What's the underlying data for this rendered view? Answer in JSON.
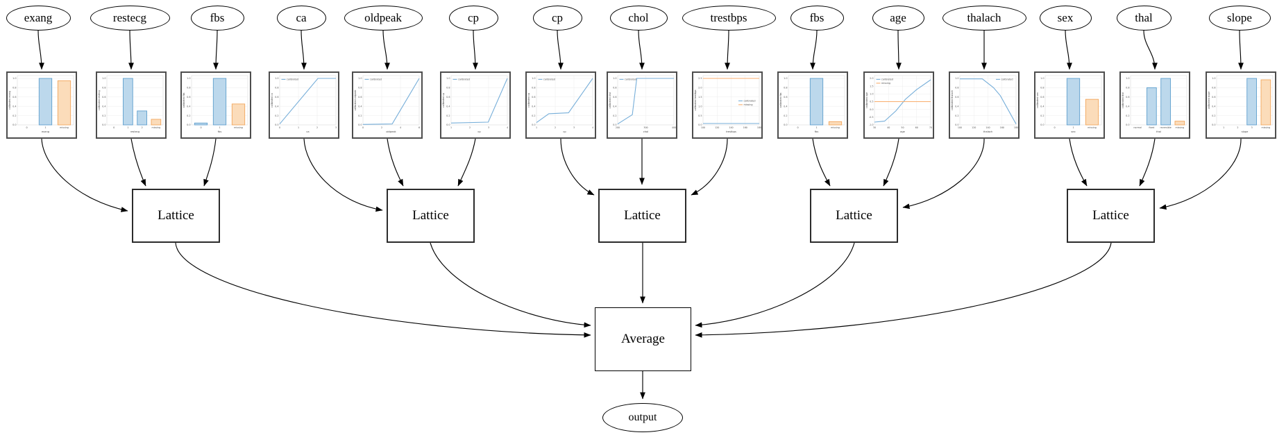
{
  "features": [
    {
      "label": "exang",
      "chart": {
        "type": "bar",
        "ylabel": "calibrated exang",
        "xlabel": "exang",
        "yticks": [
          "1.0",
          "0.8",
          "0.6",
          "0.4",
          "0.2",
          "0.0"
        ],
        "categories": [
          "0",
          "1",
          "missing"
        ],
        "values": [
          0,
          1.0,
          0.95
        ],
        "bar_colors": [
          "blue",
          "blue",
          "orange"
        ]
      }
    },
    {
      "label": "restecg",
      "chart": {
        "type": "bar",
        "ylabel": "calibrated restecg",
        "xlabel": "restecg",
        "yticks": [
          "1.0",
          "0.8",
          "0.6",
          "0.4",
          "0.2",
          "0.0"
        ],
        "categories": [
          "0",
          "1",
          "2",
          "missing"
        ],
        "values": [
          0,
          1.0,
          0.3,
          0.12
        ],
        "bar_colors": [
          "blue",
          "blue",
          "blue",
          "orange"
        ]
      }
    },
    {
      "label": "fbs",
      "chart": {
        "type": "bar",
        "ylabel": "calibrated fbs",
        "xlabel": "fbs",
        "yticks": [
          "1.0",
          "0.8",
          "0.6",
          "0.4",
          "0.2",
          "0.0"
        ],
        "categories": [
          "0",
          "1",
          "missing"
        ],
        "values": [
          0.04,
          1.0,
          0.45
        ],
        "bar_colors": [
          "blue",
          "blue",
          "orange"
        ]
      }
    },
    {
      "label": "ca",
      "chart": {
        "type": "line",
        "ylabel": "calibrated ca",
        "xlabel": "ca",
        "yticks": [
          "1.0",
          "0.8",
          "0.6",
          "0.4",
          "0.2",
          "0.0"
        ],
        "xticks": [
          "0",
          "1",
          "2",
          "3"
        ],
        "legend_pos": "tl",
        "legend": [
          {
            "label": "calibrated",
            "color": "calibrated"
          }
        ],
        "lines": [
          {
            "color": "calibrated",
            "points": [
              [
                0,
                0.02
              ],
              [
                0.68,
                1.0
              ],
              [
                1,
                1.0
              ]
            ]
          }
        ]
      }
    },
    {
      "label": "oldpeak",
      "chart": {
        "type": "line",
        "ylabel": "calibrated oldpeak",
        "xlabel": "oldpeak",
        "yticks": [
          "1.0",
          "0.8",
          "0.6",
          "0.4",
          "0.2",
          "0.0"
        ],
        "xticks": [
          "0",
          "2",
          "4",
          "6"
        ],
        "legend_pos": "tl",
        "legend": [
          {
            "label": "calibrated",
            "color": "calibrated"
          }
        ],
        "lines": [
          {
            "color": "calibrated",
            "points": [
              [
                0,
                0.01
              ],
              [
                0.52,
                0.02
              ],
              [
                1,
                1.0
              ]
            ]
          }
        ]
      }
    },
    {
      "label": "cp",
      "chart": {
        "type": "line",
        "ylabel": "calibrated cp",
        "xlabel": "cp",
        "yticks": [
          "1.0",
          "0.8",
          "0.6",
          "0.4",
          "0.2",
          "0.0"
        ],
        "xticks": [
          "1",
          "2",
          "3",
          "4"
        ],
        "legend_pos": "tl",
        "legend": [
          {
            "label": "calibrated",
            "color": "calibrated"
          }
        ],
        "lines": [
          {
            "color": "calibrated",
            "points": [
              [
                0,
                0.04
              ],
              [
                0.66,
                0.06
              ],
              [
                1,
                1.0
              ]
            ]
          }
        ]
      }
    },
    {
      "label": "cp",
      "chart": {
        "type": "line",
        "ylabel": "calibrated cp",
        "xlabel": "cp",
        "yticks": [
          "1.0",
          "0.8",
          "0.6",
          "0.4",
          "0.2",
          "0.0"
        ],
        "xticks": [
          "1",
          "2",
          "3",
          "4"
        ],
        "legend_pos": "tl",
        "legend": [
          {
            "label": "calibrated",
            "color": "calibrated"
          }
        ],
        "lines": [
          {
            "color": "calibrated",
            "points": [
              [
                0,
                0.05
              ],
              [
                0.22,
                0.24
              ],
              [
                0.57,
                0.26
              ],
              [
                1,
                1.0
              ]
            ]
          }
        ]
      }
    },
    {
      "label": "chol",
      "chart": {
        "type": "line",
        "ylabel": "calibrated chol",
        "xlabel": "chol",
        "yticks": [
          "1.0",
          "0.8",
          "0.6",
          "0.4",
          "0.2",
          "0.0"
        ],
        "xticks": [
          "200",
          "300",
          "400"
        ],
        "legend_pos": "tl",
        "legend": [
          {
            "label": "calibrated",
            "color": "calibrated"
          }
        ],
        "lines": [
          {
            "color": "calibrated",
            "points": [
              [
                0,
                0.02
              ],
              [
                0.26,
                0.22
              ],
              [
                0.34,
                1.0
              ],
              [
                1,
                1.0
              ]
            ]
          }
        ]
      }
    },
    {
      "label": "trestbps",
      "chart": {
        "type": "line",
        "ylabel": "calibrated trestbps",
        "xlabel": "trestbps",
        "yticks": [
          "2.5",
          "2.0",
          "1.5",
          "1.0",
          "0.5",
          "0.0"
        ],
        "xticks": [
          "100",
          "120",
          "140",
          "160",
          "180"
        ],
        "legend_pos": "mr",
        "legend": [
          {
            "label": "calibrated",
            "color": "calibrated"
          },
          {
            "label": "missing",
            "color": "missing"
          }
        ],
        "lines": [
          {
            "color": "calibrated",
            "points": [
              [
                0,
                0.03
              ],
              [
                1,
                0.03
              ]
            ]
          },
          {
            "color": "missing",
            "points": [
              [
                0,
                1.0
              ],
              [
                1,
                1.0
              ]
            ]
          }
        ]
      }
    },
    {
      "label": "fbs",
      "chart": {
        "type": "bar",
        "ylabel": "calibrated fbs",
        "xlabel": "fbs",
        "yticks": [
          "1.0",
          "0.8",
          "0.6",
          "0.4",
          "0.2",
          "0.0"
        ],
        "categories": [
          "0",
          "1",
          "missing"
        ],
        "values": [
          0,
          1.0,
          0.07
        ],
        "bar_colors": [
          "blue",
          "blue",
          "orange"
        ]
      }
    },
    {
      "label": "age",
      "chart": {
        "type": "line",
        "ylabel": "calibrated age",
        "xlabel": "age",
        "yticks": [
          "2.0",
          "1.5",
          "1.0",
          "0.5",
          "0.0",
          "-0.5",
          "-1.0"
        ],
        "xticks": [
          "30",
          "40",
          "50",
          "60",
          "70"
        ],
        "legend_pos": "tl",
        "legend": [
          {
            "label": "calibrated",
            "color": "calibrated"
          },
          {
            "label": "missing",
            "color": "missing"
          }
        ],
        "lines": [
          {
            "color": "calibrated",
            "points": [
              [
                0,
                0.06
              ],
              [
                0.18,
                0.08
              ],
              [
                0.38,
                0.3
              ],
              [
                0.55,
                0.55
              ],
              [
                0.75,
                0.76
              ],
              [
                1,
                0.97
              ]
            ]
          },
          {
            "color": "missing",
            "points": [
              [
                0,
                0.5
              ],
              [
                1,
                0.5
              ]
            ]
          }
        ]
      }
    },
    {
      "label": "thalach",
      "chart": {
        "type": "line",
        "ylabel": "calibrated thalach",
        "xlabel": "thalach",
        "yticks": [
          "1.0",
          "0.8",
          "0.6",
          "0.4",
          "0.2",
          "0.0"
        ],
        "xticks": [
          "100",
          "120",
          "140",
          "160",
          "180"
        ],
        "legend_pos": "tr",
        "legend": [
          {
            "label": "calibrated",
            "color": "calibrated"
          }
        ],
        "lines": [
          {
            "color": "calibrated",
            "points": [
              [
                0,
                0.99
              ],
              [
                0.4,
                0.99
              ],
              [
                0.6,
                0.8
              ],
              [
                0.72,
                0.63
              ],
              [
                1,
                0.02
              ]
            ]
          }
        ]
      }
    },
    {
      "label": "sex",
      "chart": {
        "type": "bar",
        "ylabel": "calibrated sex",
        "xlabel": "sex",
        "yticks": [
          "1.0",
          "0.8",
          "0.6",
          "0.4",
          "0.2",
          "0.0"
        ],
        "categories": [
          "0",
          "1",
          "missing"
        ],
        "values": [
          0,
          1.0,
          0.55
        ],
        "bar_colors": [
          "blue",
          "blue",
          "orange"
        ]
      }
    },
    {
      "label": "thal",
      "chart": {
        "type": "bar",
        "ylabel": "calibrated thal",
        "xlabel": "thal",
        "yticks": [
          "1.0",
          "0.8",
          "0.6",
          "0.4",
          "0.2",
          "0.0"
        ],
        "categories": [
          "normal",
          "fixed",
          "reversible",
          "missing"
        ],
        "values": [
          0,
          0.8,
          1.0,
          0.08
        ],
        "bar_colors": [
          "blue",
          "blue",
          "blue",
          "orange"
        ]
      }
    },
    {
      "label": "slope",
      "chart": {
        "type": "bar",
        "ylabel": "calibrated slope",
        "xlabel": "slope",
        "yticks": [
          "1.0",
          "0.8",
          "0.6",
          "0.4",
          "0.2",
          "0.0"
        ],
        "categories": [
          "1",
          "2",
          "3",
          "missing"
        ],
        "values": [
          0,
          0,
          1.0,
          0.97
        ],
        "bar_colors": [
          "blue",
          "blue",
          "blue",
          "orange"
        ]
      }
    }
  ],
  "lattices": [
    {
      "label": "Lattice",
      "inputs": [
        "exang",
        "restecg",
        "fbs"
      ]
    },
    {
      "label": "Lattice",
      "inputs": [
        "ca",
        "oldpeak",
        "cp"
      ]
    },
    {
      "label": "Lattice",
      "inputs": [
        "cp",
        "chol",
        "trestbps"
      ]
    },
    {
      "label": "Lattice",
      "inputs": [
        "fbs",
        "age",
        "thalach"
      ]
    },
    {
      "label": "Lattice",
      "inputs": [
        "sex",
        "thal",
        "slope"
      ]
    }
  ],
  "combiner": {
    "label": "Average"
  },
  "output": {
    "label": "output"
  },
  "colors": {
    "calibrated": "#76aed9",
    "missing": "#f9ad6d",
    "bar_blue_fill": "#bcd8ec",
    "bar_blue_edge": "#5e9fce",
    "bar_orange_fill": "#fbdcba",
    "bar_orange_edge": "#f2a65c",
    "edge": "#000000",
    "chart_frame": "#4d4d4d"
  }
}
